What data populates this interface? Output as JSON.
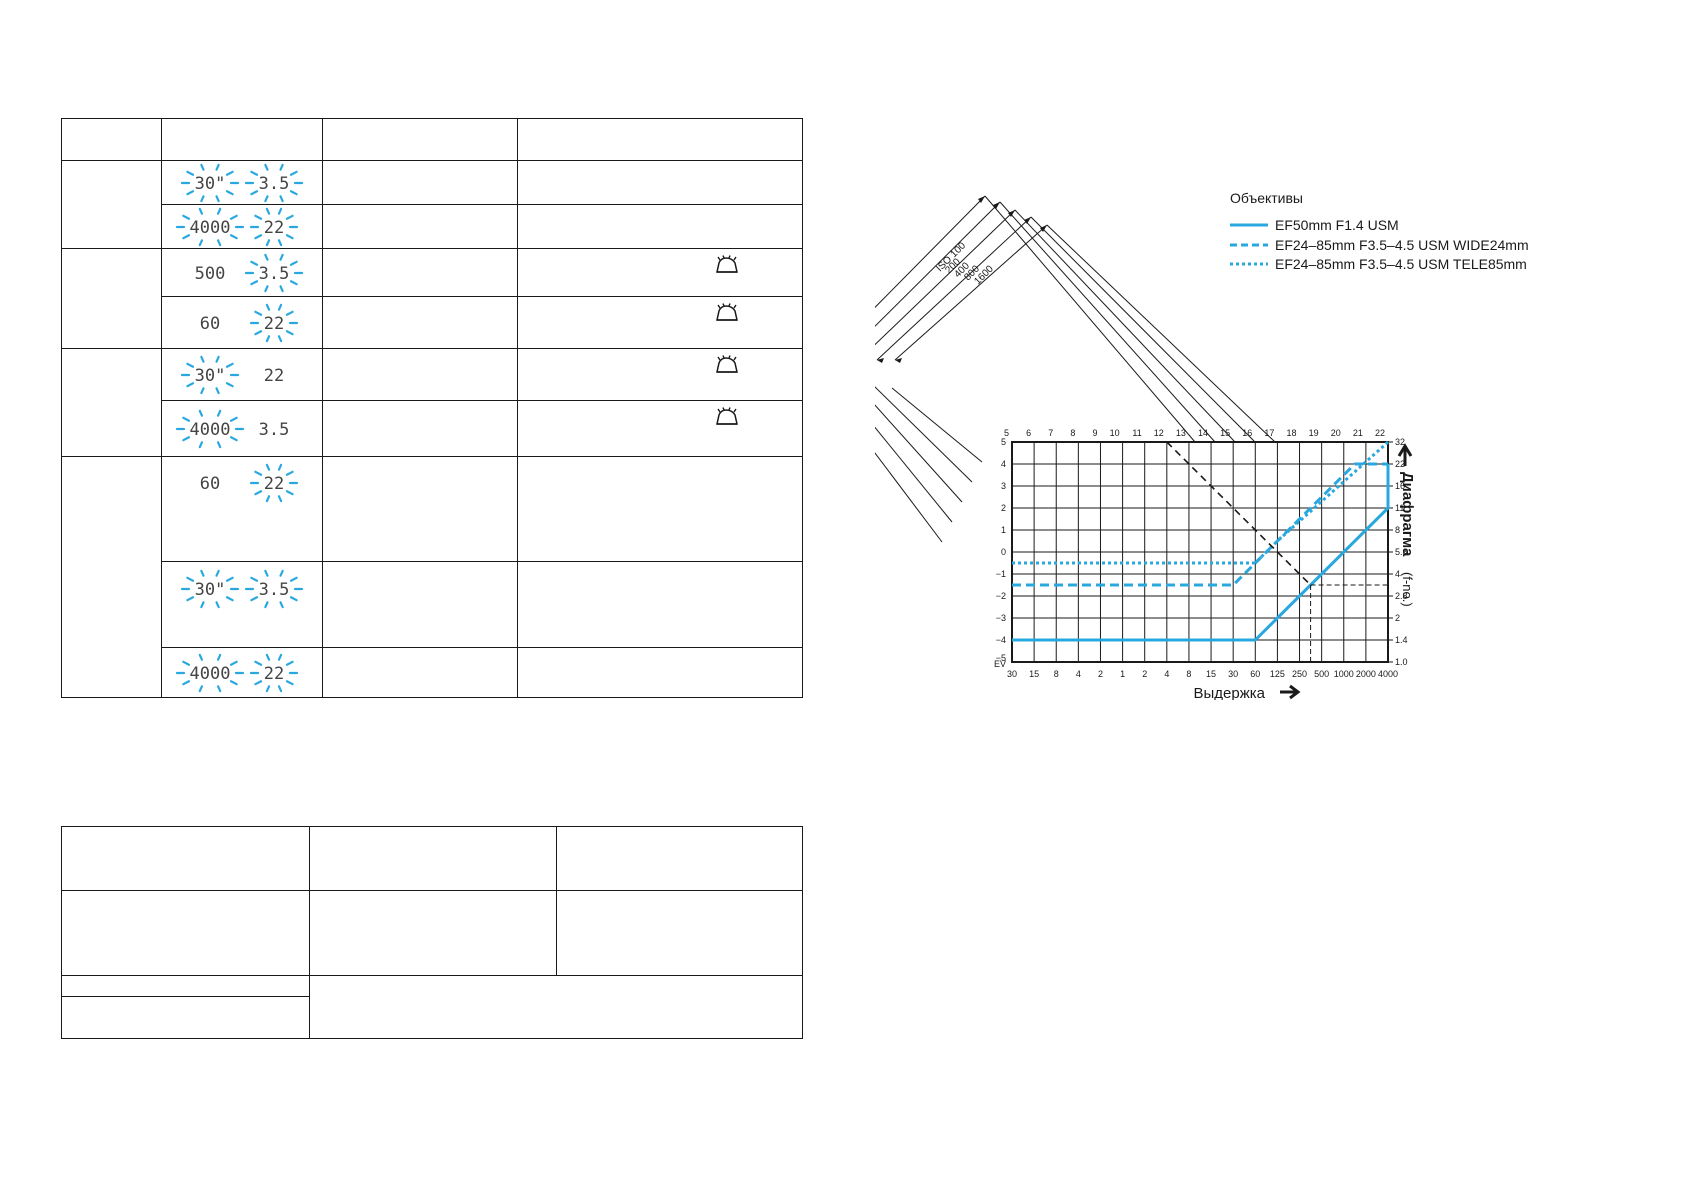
{
  "warning_table": {
    "rows": [
      {
        "lcd": {
          "shutter": "30\"",
          "aperture": "3.5",
          "blink_shutter": true,
          "blink_aperture": true
        }
      },
      {
        "lcd": {
          "shutter": "4000",
          "aperture": "22",
          "blink_shutter": true,
          "blink_aperture": true
        }
      },
      {
        "lcd": {
          "shutter": "500",
          "aperture": "3.5",
          "blink_shutter": false,
          "blink_aperture": true
        },
        "warn_icon": "camera-shake-warning-icon"
      },
      {
        "lcd": {
          "shutter": "60",
          "aperture": "22",
          "blink_shutter": false,
          "blink_aperture": true
        },
        "warn_icon": "camera-shake-warning-icon"
      },
      {
        "lcd": {
          "shutter": "30\"",
          "aperture": "22",
          "blink_shutter": true,
          "blink_aperture": false
        },
        "warn_icon": "camera-shake-warning-icon"
      },
      {
        "lcd": {
          "shutter": "4000",
          "aperture": "3.5",
          "blink_shutter": true,
          "blink_aperture": false
        },
        "warn_icon": "camera-shake-warning-icon"
      },
      {
        "lcd": {
          "shutter": "60",
          "aperture": "22",
          "blink_shutter": false,
          "blink_aperture": true
        }
      },
      {
        "lcd": {
          "shutter": "30\"",
          "aperture": "3.5",
          "blink_shutter": true,
          "blink_aperture": true
        }
      },
      {
        "lcd": {
          "shutter": "4000",
          "aperture": "22",
          "blink_shutter": true,
          "blink_aperture": true
        }
      }
    ]
  },
  "colors": {
    "accent": "#29a8e0",
    "ink": "#1a1a1a"
  },
  "chart_data": {
    "type": "line",
    "legend": {
      "title": "Объективы",
      "placement": "top-right",
      "entries": [
        {
          "name": "EF50mm F1.4 USM",
          "style": "solid"
        },
        {
          "name": "EF24–85mm F3.5–4.5 USM WIDE24mm",
          "style": "dashed"
        },
        {
          "name": "EF24–85mm F3.5–4.5 USM TELE85mm",
          "style": "dotted"
        }
      ]
    },
    "xlabel": "Выдержка",
    "ylabel": "Диафрагма",
    "ylabel_unit": "(f-no.)",
    "ev_label": "EV",
    "x_ticks": [
      "30",
      "15",
      "8",
      "4",
      "2",
      "1",
      "2",
      "4",
      "8",
      "15",
      "30",
      "60",
      "125",
      "250",
      "500",
      "1000",
      "2000",
      "4000"
    ],
    "y_ticks_right": [
      "1.0",
      "1.4",
      "2",
      "2.8",
      "4",
      "5.6",
      "8",
      "11",
      "16",
      "22",
      "32"
    ],
    "ev_left": [
      "−5",
      "−4",
      "−3",
      "−2",
      "−1",
      "0",
      "1",
      "2",
      "3",
      "4",
      "5"
    ],
    "ev_top": [
      "5",
      "6",
      "7",
      "8",
      "9",
      "10",
      "11",
      "12",
      "13",
      "14",
      "15",
      "16",
      "17",
      "18",
      "19",
      "20",
      "21",
      "22"
    ],
    "iso_labels": [
      "ISO 100",
      "200",
      "400",
      "800",
      "1600"
    ],
    "grid": true,
    "series": [
      {
        "name": "EF50mm F1.4 USM",
        "style": "solid",
        "points": [
          [
            0,
            1
          ],
          [
            11,
            1
          ],
          [
            12,
            2
          ],
          [
            17,
            7
          ],
          [
            17,
            8
          ],
          [
            17,
            9
          ]
        ]
      },
      {
        "name": "EF24–85mm F3.5–4.5 USM WIDE24mm",
        "style": "dashed",
        "points": [
          [
            0,
            3.5
          ],
          [
            10,
            3.5
          ],
          [
            11,
            4.5
          ],
          [
            15.5,
            9
          ],
          [
            17,
            9
          ]
        ]
      },
      {
        "name": "EF24–85mm F3.5–4.5 USM TELE85mm",
        "style": "dotted",
        "points": [
          [
            0,
            4.5
          ],
          [
            11,
            4.5
          ],
          [
            12,
            5.5
          ],
          [
            17,
            10
          ]
        ]
      }
    ],
    "example_line": [
      [
        7,
        10
      ],
      [
        13.5,
        3.5
      ]
    ],
    "example_marker": {
      "shutter_index": 13.5,
      "aperture_index": 3.5
    }
  }
}
